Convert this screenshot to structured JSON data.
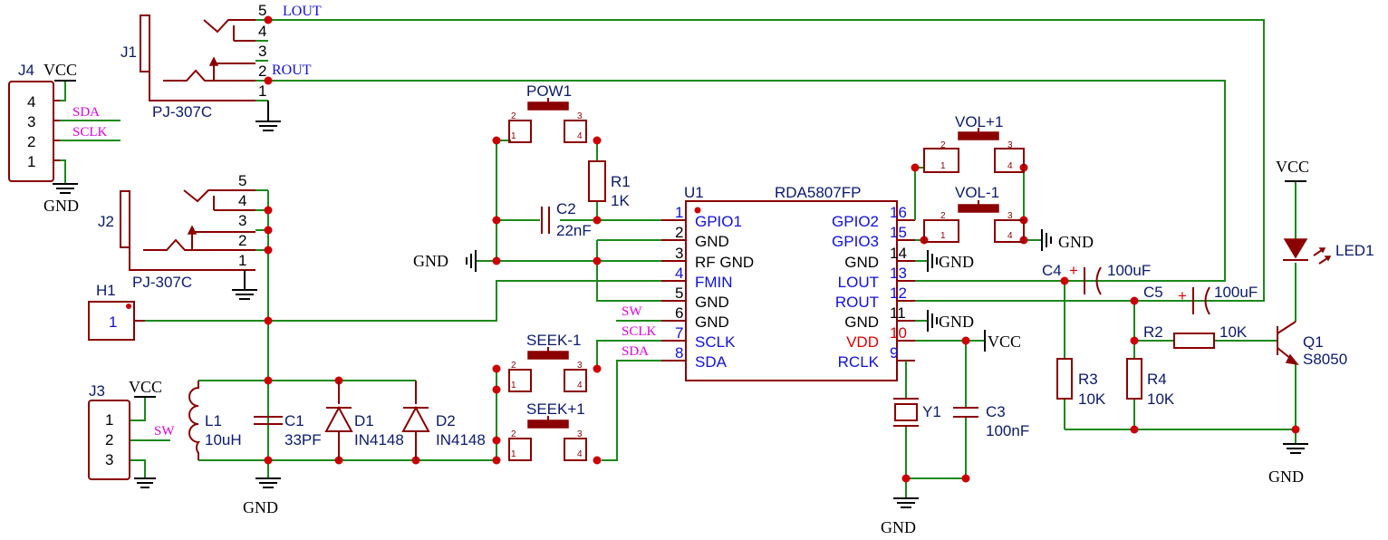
{
  "schematic": {
    "u1": {
      "designator": "U1",
      "part": "RDA5807FP",
      "left_pins": [
        {
          "num": "1",
          "name": "GPIO1"
        },
        {
          "num": "2",
          "name": "GND"
        },
        {
          "num": "3",
          "name": "RF GND"
        },
        {
          "num": "4",
          "name": "FMIN"
        },
        {
          "num": "5",
          "name": "GND"
        },
        {
          "num": "6",
          "name": "GND"
        },
        {
          "num": "7",
          "name": "SCLK"
        },
        {
          "num": "8",
          "name": "SDA"
        }
      ],
      "right_pins": [
        {
          "num": "16",
          "name": "GPIO2"
        },
        {
          "num": "15",
          "name": "GPIO3"
        },
        {
          "num": "14",
          "name": "GND"
        },
        {
          "num": "13",
          "name": "LOUT"
        },
        {
          "num": "12",
          "name": "ROUT"
        },
        {
          "num": "11",
          "name": "GND"
        },
        {
          "num": "10",
          "name": "VDD"
        },
        {
          "num": "9",
          "name": "RCLK"
        }
      ]
    },
    "j1": {
      "designator": "J1",
      "part": "PJ-307C",
      "pins": [
        "5",
        "4",
        "3",
        "2",
        "1"
      ]
    },
    "j2": {
      "designator": "J2",
      "part": "PJ-307C",
      "pins": [
        "5",
        "4",
        "3",
        "2",
        "1"
      ]
    },
    "j3": {
      "designator": "J3",
      "pins": [
        "1",
        "2",
        "3"
      ]
    },
    "j4": {
      "designator": "J4",
      "pins": [
        "4",
        "3",
        "2",
        "1"
      ]
    },
    "h1": {
      "designator": "H1",
      "pin": "1"
    },
    "buttons": {
      "pow": "POW1",
      "vol_up": "VOL+1",
      "vol_down": "VOL-1",
      "seek_down": "SEEK-1",
      "seek_up": "SEEK+1",
      "pin1": "1",
      "pin2": "2",
      "pin3": "3",
      "pin4": "4"
    },
    "components": {
      "r1": {
        "ref": "R1",
        "value": "1K"
      },
      "r2": {
        "ref": "R2",
        "value": "10K"
      },
      "r3": {
        "ref": "R3",
        "value": "10K"
      },
      "r4": {
        "ref": "R4",
        "value": "10K"
      },
      "c1": {
        "ref": "C1",
        "value": "33PF"
      },
      "c2": {
        "ref": "C2",
        "value": "22nF"
      },
      "c3": {
        "ref": "C3",
        "value": "100nF"
      },
      "c4": {
        "ref": "C4",
        "value": "100uF"
      },
      "c5": {
        "ref": "C5",
        "value": "100uF"
      },
      "l1": {
        "ref": "L1",
        "value": "10uH"
      },
      "d1": {
        "ref": "D1",
        "value": "IN4148"
      },
      "d2": {
        "ref": "D2",
        "value": "IN4148"
      },
      "y1": {
        "ref": "Y1"
      },
      "q1": {
        "ref": "Q1",
        "value": "S8050"
      },
      "led1": {
        "ref": "LED1"
      }
    },
    "nets": {
      "vcc": "VCC",
      "gnd": "GND",
      "lout": "LOUT",
      "rout": "ROUT",
      "sda": "SDA",
      "sclk": "SCLK",
      "sw": "SW"
    },
    "plus": "+"
  }
}
